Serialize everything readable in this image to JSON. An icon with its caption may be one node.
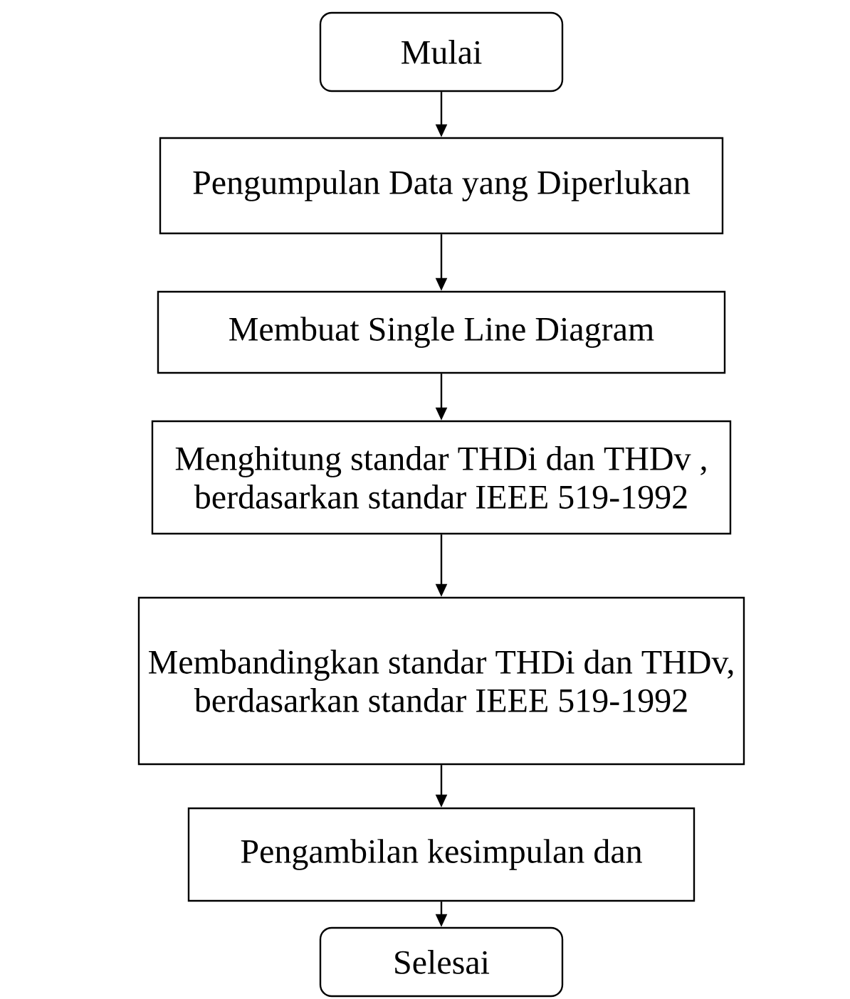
{
  "diagram": {
    "nodes": [
      {
        "text": [
          "Mulai"
        ]
      },
      {
        "text": [
          "Pengumpulan Data yang Diperlukan"
        ]
      },
      {
        "text": [
          "Membuat Single Line Diagram"
        ]
      },
      {
        "text": [
          "Menghitung standar THDi dan THDv , berdasarkan standar IEEE 519-1992"
        ]
      },
      {
        "text": [
          "Membandingkan standar THDi dan THDv, berdasarkan standar IEEE 519-1992"
        ]
      },
      {
        "text": [
          "Pengambilan kesimpulan dan"
        ]
      },
      {
        "text": [
          "Selesai"
        ]
      }
    ],
    "edges": [
      {
        "from": 0,
        "to": 1,
        "arrow": "to"
      },
      {
        "from": 1,
        "to": 2,
        "arrow": "to"
      },
      {
        "from": 2,
        "to": 3,
        "arrow": "to"
      },
      {
        "from": 3,
        "to": 4,
        "arrow": "to"
      },
      {
        "from": 4,
        "to": 5,
        "arrow": "to"
      },
      {
        "from": 5,
        "to": 6,
        "arrow": "to"
      }
    ]
  }
}
